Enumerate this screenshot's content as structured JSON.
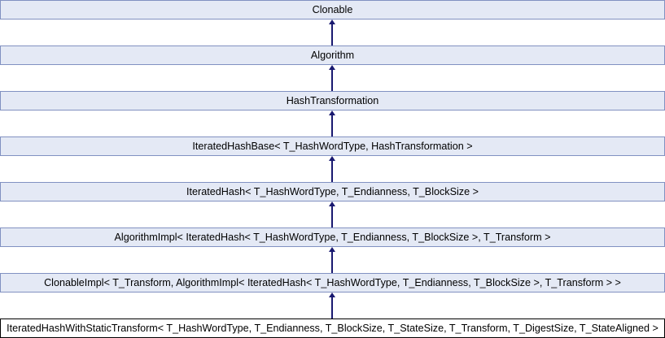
{
  "diagram": {
    "type": "class-inheritance-graph",
    "orientation": "base-on-top",
    "colors": {
      "node_fill": "#e4e9f5",
      "node_border": "#8191c1",
      "current_node_fill": "#ffffff",
      "current_node_border": "#000000",
      "edge": "#191970",
      "text": "#000000",
      "background": "#ffffff"
    },
    "nodes": [
      {
        "label": "Clonable",
        "current": false
      },
      {
        "label": "Algorithm",
        "current": false
      },
      {
        "label": "HashTransformation",
        "current": false
      },
      {
        "label": "IteratedHashBase< T_HashWordType, HashTransformation >",
        "current": false
      },
      {
        "label": "IteratedHash< T_HashWordType, T_Endianness, T_BlockSize >",
        "current": false
      },
      {
        "label": "AlgorithmImpl< IteratedHash< T_HashWordType, T_Endianness, T_BlockSize >, T_Transform >",
        "current": false
      },
      {
        "label": "ClonableImpl< T_Transform, AlgorithmImpl< IteratedHash< T_HashWordType, T_Endianness, T_BlockSize >, T_Transform > >",
        "current": false
      },
      {
        "label": "IteratedHashWithStaticTransform< T_HashWordType, T_Endianness, T_BlockSize, T_StateSize, T_Transform, T_DigestSize, T_StateAligned >",
        "current": true
      }
    ],
    "edges": "each lower node points up to the node above it (public inheritance)"
  }
}
